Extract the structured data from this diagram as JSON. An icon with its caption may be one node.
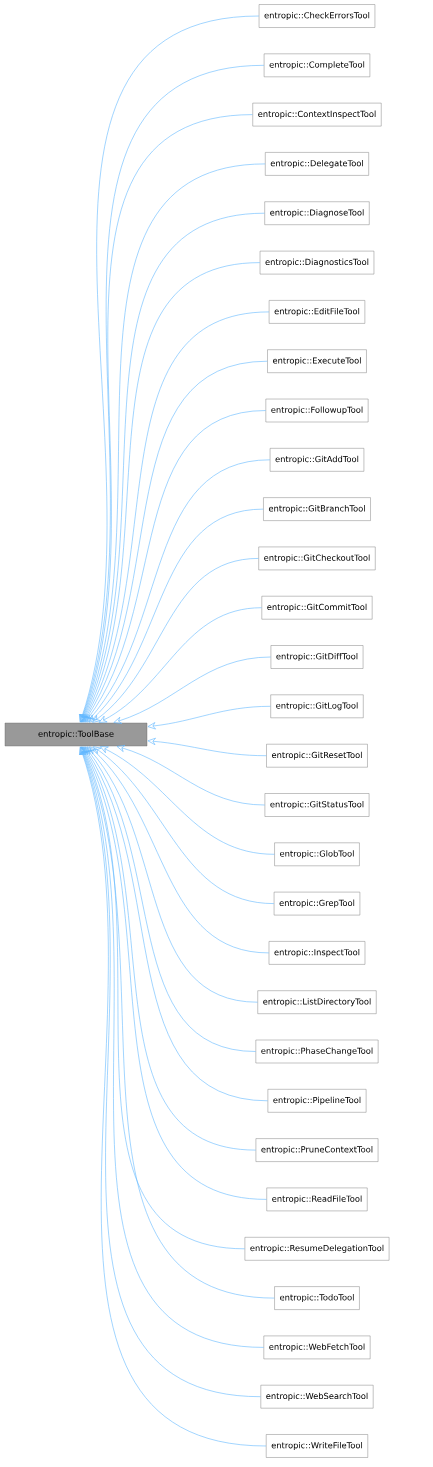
{
  "diagram": {
    "nodes": [
      {
        "text": [
          "entropic::ToolBase"
        ]
      },
      {
        "text": [
          "entropic::CheckErrorsTool"
        ]
      },
      {
        "text": [
          "entropic::CompleteTool"
        ]
      },
      {
        "text": [
          "entropic::ContextInspectTool"
        ]
      },
      {
        "text": [
          "entropic::DelegateTool"
        ]
      },
      {
        "text": [
          "entropic::DiagnoseTool"
        ]
      },
      {
        "text": [
          "entropic::DiagnosticsTool"
        ]
      },
      {
        "text": [
          "entropic::EditFileTool"
        ]
      },
      {
        "text": [
          "entropic::ExecuteTool"
        ]
      },
      {
        "text": [
          "entropic::FollowupTool"
        ]
      },
      {
        "text": [
          "entropic::GitAddTool"
        ]
      },
      {
        "text": [
          "entropic::GitBranchTool"
        ]
      },
      {
        "text": [
          "entropic::GitCheckoutTool"
        ]
      },
      {
        "text": [
          "entropic::GitCommitTool"
        ]
      },
      {
        "text": [
          "entropic::GitDiffTool"
        ]
      },
      {
        "text": [
          "entropic::GitLogTool"
        ]
      },
      {
        "text": [
          "entropic::GitResetTool"
        ]
      },
      {
        "text": [
          "entropic::GitStatusTool"
        ]
      },
      {
        "text": [
          "entropic::GlobTool"
        ]
      },
      {
        "text": [
          "entropic::GrepTool"
        ]
      },
      {
        "text": [
          "entropic::InspectTool"
        ]
      },
      {
        "text": [
          "entropic::ListDirectoryTool"
        ]
      },
      {
        "text": [
          "entropic::PhaseChangeTool"
        ]
      },
      {
        "text": [
          "entropic::PipelineTool"
        ]
      },
      {
        "text": [
          "entropic::PruneContextTool"
        ]
      },
      {
        "text": [
          "entropic::ReadFileTool"
        ]
      },
      {
        "text": [
          "entropic::ResumeDelegationTool"
        ]
      },
      {
        "text": [
          "entropic::TodoTool"
        ]
      },
      {
        "text": [
          "entropic::WebFetchTool"
        ]
      },
      {
        "text": [
          "entropic::WebSearchTool"
        ]
      },
      {
        "text": [
          "entropic::WriteFileTool"
        ]
      }
    ],
    "edges": [
      {
        "from": 1,
        "to": 0,
        "arrow": "to"
      },
      {
        "from": 2,
        "to": 0,
        "arrow": "to"
      },
      {
        "from": 3,
        "to": 0,
        "arrow": "to"
      },
      {
        "from": 4,
        "to": 0,
        "arrow": "to"
      },
      {
        "from": 5,
        "to": 0,
        "arrow": "to"
      },
      {
        "from": 6,
        "to": 0,
        "arrow": "to"
      },
      {
        "from": 7,
        "to": 0,
        "arrow": "to"
      },
      {
        "from": 8,
        "to": 0,
        "arrow": "to"
      },
      {
        "from": 9,
        "to": 0,
        "arrow": "to"
      },
      {
        "from": 10,
        "to": 0,
        "arrow": "to"
      },
      {
        "from": 11,
        "to": 0,
        "arrow": "to"
      },
      {
        "from": 12,
        "to": 0,
        "arrow": "to"
      },
      {
        "from": 13,
        "to": 0,
        "arrow": "to"
      },
      {
        "from": 14,
        "to": 0,
        "arrow": "to"
      },
      {
        "from": 15,
        "to": 0,
        "arrow": "to"
      },
      {
        "from": 16,
        "to": 0,
        "arrow": "to"
      },
      {
        "from": 17,
        "to": 0,
        "arrow": "to"
      },
      {
        "from": 18,
        "to": 0,
        "arrow": "to"
      },
      {
        "from": 19,
        "to": 0,
        "arrow": "to"
      },
      {
        "from": 20,
        "to": 0,
        "arrow": "to"
      },
      {
        "from": 21,
        "to": 0,
        "arrow": "to"
      },
      {
        "from": 22,
        "to": 0,
        "arrow": "to"
      },
      {
        "from": 23,
        "to": 0,
        "arrow": "to"
      },
      {
        "from": 24,
        "to": 0,
        "arrow": "to"
      },
      {
        "from": 25,
        "to": 0,
        "arrow": "to"
      },
      {
        "from": 26,
        "to": 0,
        "arrow": "to"
      },
      {
        "from": 27,
        "to": 0,
        "arrow": "to"
      },
      {
        "from": 28,
        "to": 0,
        "arrow": "to"
      },
      {
        "from": 29,
        "to": 0,
        "arrow": "to"
      },
      {
        "from": 30,
        "to": 0,
        "arrow": "to"
      }
    ]
  }
}
